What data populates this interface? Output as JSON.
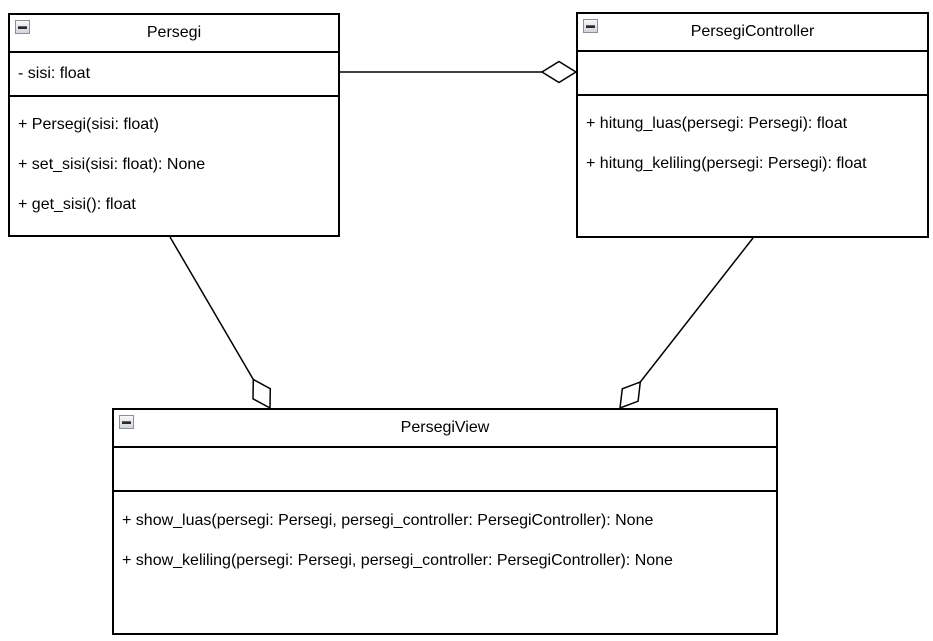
{
  "diagram": {
    "kind": "uml-class-diagram",
    "colors": {
      "background": "#ffffff",
      "line": "#000000",
      "text": "#000000",
      "collapse_icon_bg": "#e2e4e8",
      "collapse_icon_border": "#8a8f98"
    },
    "icons": {
      "collapse": "minus-square-icon"
    },
    "classes": [
      {
        "id": "persegi",
        "title": "Persegi",
        "attributes": [
          "- sisi: float"
        ],
        "methods": [
          "+ Persegi(sisi: float)",
          "+ set_sisi(sisi: float): None",
          "+ get_sisi(): float"
        ]
      },
      {
        "id": "persegi-controller",
        "title": "PersegiController",
        "attributes": [],
        "methods": [
          "+ hitung_luas(persegi: Persegi): float",
          "+ hitung_keliling(persegi: Persegi): float"
        ]
      },
      {
        "id": "persegi-view",
        "title": "PersegiView",
        "attributes": [],
        "methods": [
          "+ show_luas(persegi: Persegi, persegi_controller: PersegiController): None",
          "+ show_keliling(persegi: Persegi, persegi_controller: PersegiController): None"
        ]
      }
    ],
    "relationships": [
      {
        "type": "aggregation",
        "from": "Persegi",
        "to": "PersegiController",
        "diamond_end": "PersegiController"
      },
      {
        "type": "aggregation",
        "from": "Persegi",
        "to": "PersegiView",
        "diamond_end": "PersegiView"
      },
      {
        "type": "aggregation",
        "from": "PersegiController",
        "to": "PersegiView",
        "diamond_end": "PersegiView"
      }
    ]
  }
}
